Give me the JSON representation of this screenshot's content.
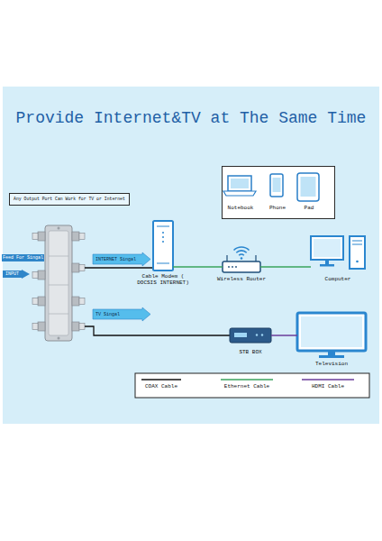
{
  "diagram": {
    "title": "Provide Internet&TV at The Same Time",
    "nodes": [
      {
        "text": [
          "Any Output Port Can Work for TV or Internet"
        ]
      },
      {
        "text": [
          "Notebook",
          "Phone",
          "Pad"
        ]
      },
      {
        "text": [
          "Cable Modem ( DOCSIS INTERNET)"
        ]
      },
      {
        "text": [
          "Wireless Router"
        ]
      },
      {
        "text": [
          "Computer"
        ]
      },
      {
        "text": [
          "STB BOX"
        ]
      },
      {
        "text": [
          "Television"
        ]
      }
    ],
    "edges": [
      {
        "from": 2,
        "to": 3,
        "arrow": "none"
      },
      {
        "from": 3,
        "to": 4,
        "arrow": "none"
      },
      {
        "from": 5,
        "to": 6,
        "arrow": "none"
      }
    ],
    "labels": [
      "Feed For Singal",
      "INPUT",
      "INTERNET Singal",
      "TV Singal"
    ],
    "legend": [
      {
        "text": "COAX Cable"
      },
      {
        "text": "Ethernet Cable"
      },
      {
        "text": "HDMI Cable"
      }
    ]
  }
}
